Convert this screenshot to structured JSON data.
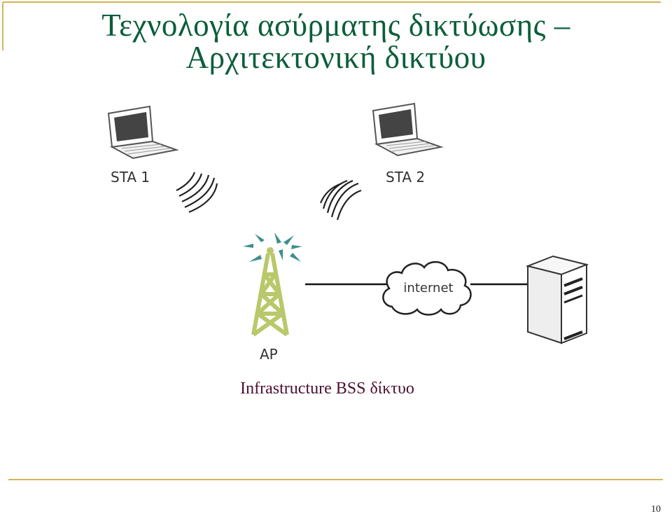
{
  "slide": {
    "title_line1": "Τεχνολογία ασύρματης δικτύωσης –",
    "title_line2": "Αρχιτεκτονική δικτύου",
    "caption": "Infrastructure BSS δίκτυο",
    "page_number": "10"
  },
  "diagram": {
    "station1_label": "STA 1",
    "station2_label": "STA 2",
    "access_point_label": "AP",
    "cloud_label": "internet"
  },
  "colors": {
    "title": "#0b5e3a",
    "caption": "#4a1030",
    "accent_rule": "#d2b45a",
    "tower": "#b9c86a",
    "antenna_signal": "#3f8f8a"
  }
}
